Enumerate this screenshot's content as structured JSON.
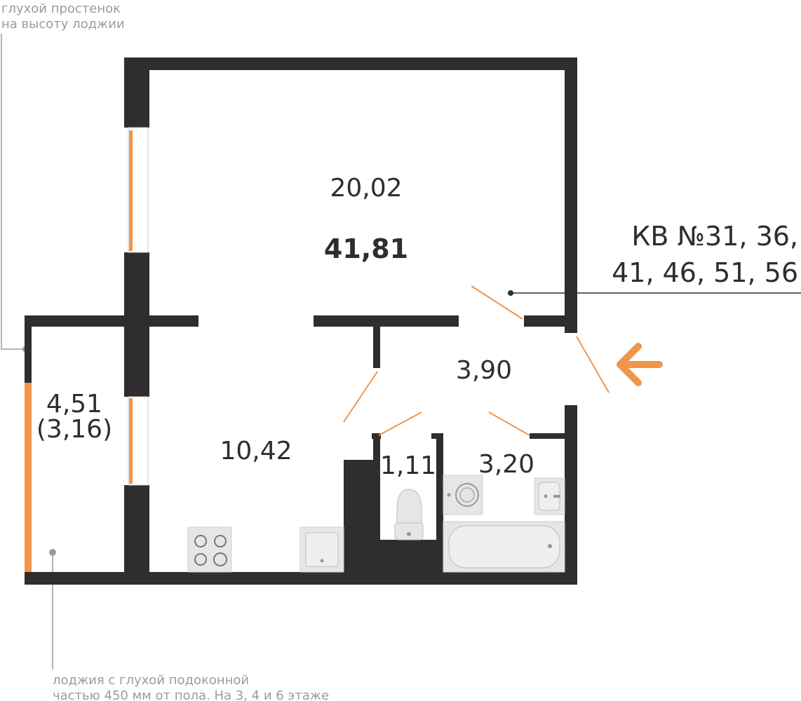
{
  "apartment": {
    "label_line1": "КВ №31, 36,",
    "label_line2": "41, 46, 51, 56",
    "total_area": "41,81"
  },
  "rooms": {
    "living_room": "20,02",
    "kitchen": "10,42",
    "hallway": "3,90",
    "toilet": "1,11",
    "bathroom": "3,20",
    "loggia": "4,51",
    "loggia_reduced": "(3,16)"
  },
  "notes": {
    "wall_line1": "глухой простенок",
    "wall_line2": "на высоту лоджии",
    "loggia_line1": "лоджия с глухой подоконной",
    "loggia_line2": "частью 450 мм от пола. На 3, 4 и 6 этаже"
  },
  "colors": {
    "wall": "#2f2d2d",
    "accent": "#f0954c",
    "fixture": "#e6e6e6",
    "note": "#9b9b9b"
  }
}
